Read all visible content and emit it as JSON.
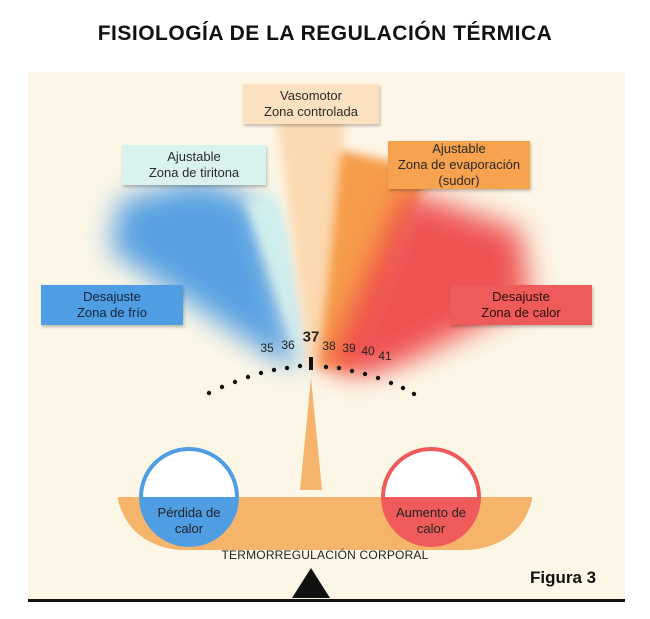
{
  "title": "FISIOLOGÍA DE LA REGULACIÓN TÉRMICA",
  "zones": {
    "vasomotor": {
      "line1": "Vasomotor",
      "line2": "Zona controlada",
      "color": "#fbe1c0"
    },
    "shiver": {
      "line1": "Ajustable",
      "line2": "Zona de tiritona",
      "color": "#d9f2ee"
    },
    "evaporation": {
      "line1": "Ajustable",
      "line2": "Zona de evaporación",
      "line3": "(sudor)",
      "color": "#f6a24e"
    },
    "cold": {
      "line1": "Desajuste",
      "line2": "Zona de frío",
      "color": "#4f9de3"
    },
    "heat": {
      "line1": "Desajuste",
      "line2": "Zona de calor",
      "color": "#ef5a5a"
    }
  },
  "scale": {
    "ticks": [
      "35",
      "36",
      "37",
      "38",
      "39",
      "40",
      "41"
    ],
    "center": "37"
  },
  "circles": {
    "loss": {
      "line1": "Pérdida de",
      "line2": "calor",
      "color": "#4f9de3"
    },
    "gain": {
      "line1": "Aumento de",
      "line2": "calor",
      "color": "#ef5a5a"
    }
  },
  "base_label": "TERMORREGULACIÓN CORPORAL",
  "figure_label": "Figura 3"
}
